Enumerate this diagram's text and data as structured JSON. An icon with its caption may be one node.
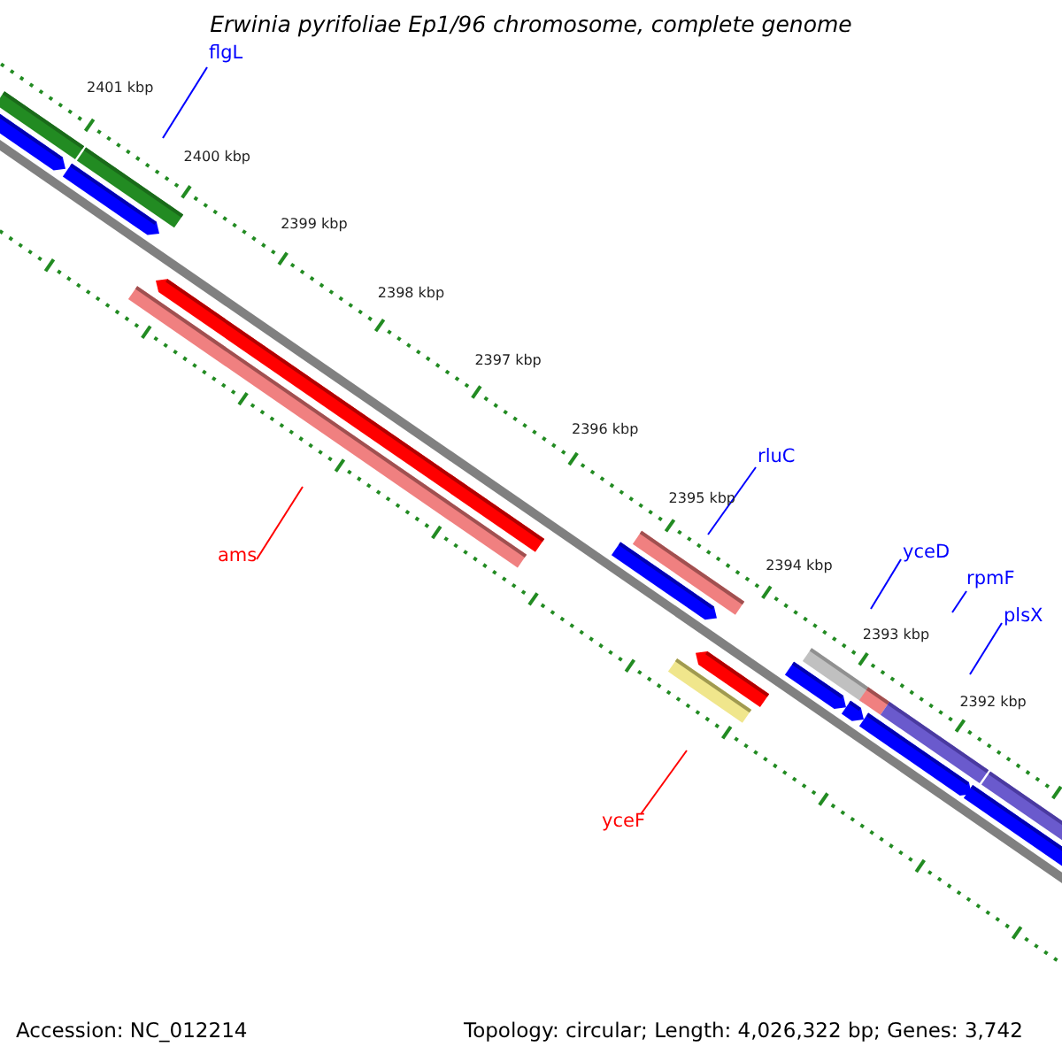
{
  "diagram": {
    "title": "Erwinia pyrifoliae Ep1/96 chromosome, complete genome",
    "nodes": [
      {
        "text": [
          "flgL"
        ]
      },
      {
        "text": [
          "rluC"
        ]
      },
      {
        "text": [
          "ams"
        ]
      },
      {
        "text": [
          "yceF"
        ]
      },
      {
        "text": [
          "yceD"
        ]
      },
      {
        "text": [
          "rpmF"
        ]
      },
      {
        "text": [
          "plsX"
        ]
      }
    ],
    "edges": [
      {
        "from": 0,
        "to": null,
        "arrow": "none"
      },
      {
        "from": 1,
        "to": null,
        "arrow": "none"
      },
      {
        "from": 2,
        "to": null,
        "arrow": "none",
        "color": "#ff0000"
      },
      {
        "from": 3,
        "to": null,
        "arrow": "none",
        "color": "#ff0000"
      },
      {
        "from": 4,
        "to": null,
        "arrow": "none"
      },
      {
        "from": 5,
        "to": null,
        "arrow": "none"
      },
      {
        "from": 6,
        "to": null,
        "arrow": "none"
      }
    ],
    "labels": [
      "2401 kbp",
      "2400 kbp",
      "2399 kbp",
      "2398 kbp",
      "2397 kbp",
      "2396 kbp",
      "2395 kbp",
      "2394 kbp",
      "2393 kbp",
      "2392 kbp",
      "Accession: NC_012214",
      "Topology: circular; Length: 4,026,322 bp; Genes: 3,742"
    ]
  }
}
